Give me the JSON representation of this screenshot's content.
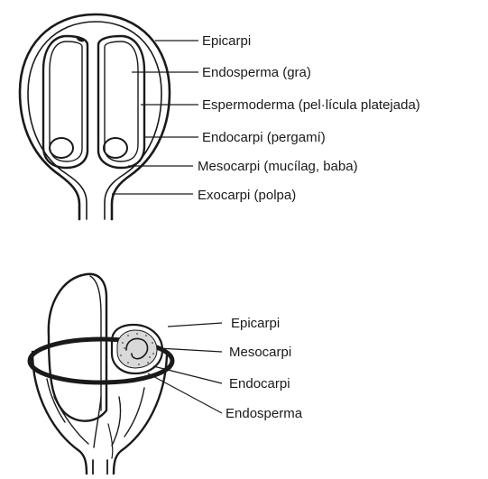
{
  "top_diagram": {
    "labels": {
      "epicarp": "Epicarpi",
      "endosperm": "Endosperma (gra)",
      "spermoderm": "Espermoderma (pel·lícula platejada)",
      "endocarp": "Endocarpi (pergamí)",
      "mesocarp": "Mesocarpi (mucílag, baba)",
      "exocarp": "Exocarpi (polpa)"
    }
  },
  "bottom_diagram": {
    "labels": {
      "epicarp": "Epicarpi",
      "mesocarp": "Mesocarpi",
      "endocarp": "Endocarpi",
      "endosperm": "Endosperma"
    }
  }
}
